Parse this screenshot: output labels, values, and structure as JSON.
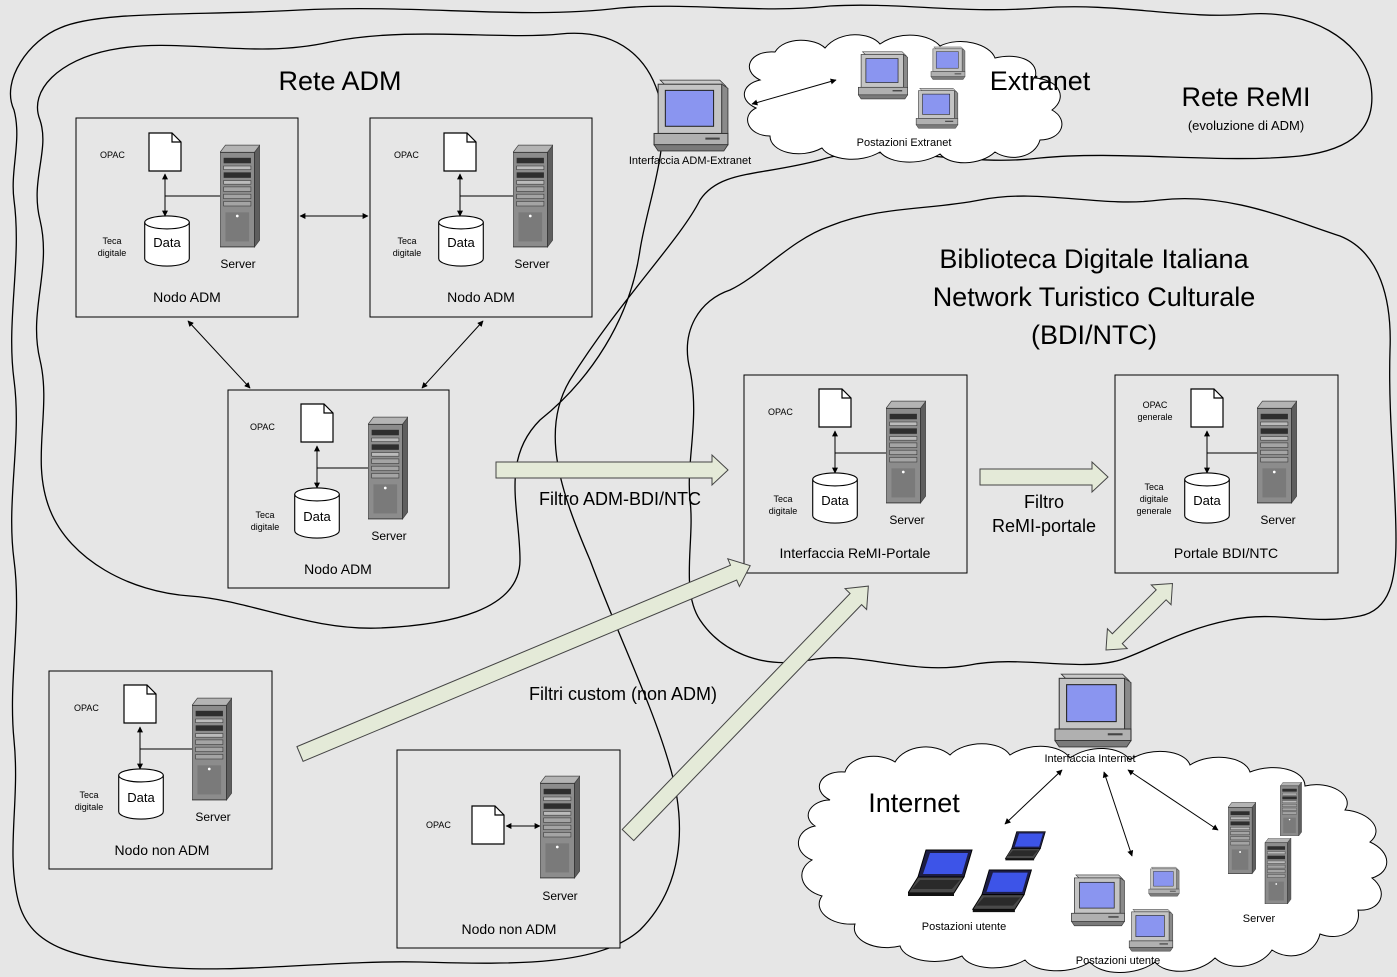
{
  "regions": {
    "rete_adm": "Rete ADM",
    "extranet": "Extranet",
    "rete_remi": "Rete ReMI",
    "rete_remi_sub": "(evoluzione di ADM)",
    "bdi_line1": "Biblioteca Digitale Italiana",
    "bdi_line2": "Network Turistico Culturale",
    "bdi_line3": "(BDI/NTC)",
    "internet": "Internet"
  },
  "labels": {
    "opac": "OPAC",
    "teca1": "Teca",
    "teca2": "digitale",
    "data": "Data",
    "server": "Server",
    "nodo_adm": "Nodo ADM",
    "nodo_non_adm": "Nodo non ADM",
    "interfaccia_extranet": "Interfaccia ADM-Extranet",
    "postazioni_extranet": "Postazioni Extranet",
    "interfaccia_remi": "Interfaccia ReMI-Portale",
    "portale": "Portale BDI/NTC",
    "opac_gen1": "OPAC",
    "opac_gen2": "generale",
    "teca_gen1": "Teca",
    "teca_gen2": "digitale",
    "teca_gen3": "generale",
    "filtro_adm_bdi": "Filtro ADM-BDI/NTC",
    "filtro_remi1": "Filtro",
    "filtro_remi2": "ReMI-portale",
    "filtri_custom": "Filtri custom (non ADM)",
    "interfaccia_internet": "Interfaccia Internet",
    "postazioni_utente": "Postazioni utente",
    "postazioni_utente2": "Postazioni utente",
    "server_internet": "Server"
  },
  "colors": {
    "background": "#e6e6e6",
    "arrow_fill": "#e4ead8",
    "screen": "#8a95f0",
    "server_body": "#8c8c8c"
  }
}
